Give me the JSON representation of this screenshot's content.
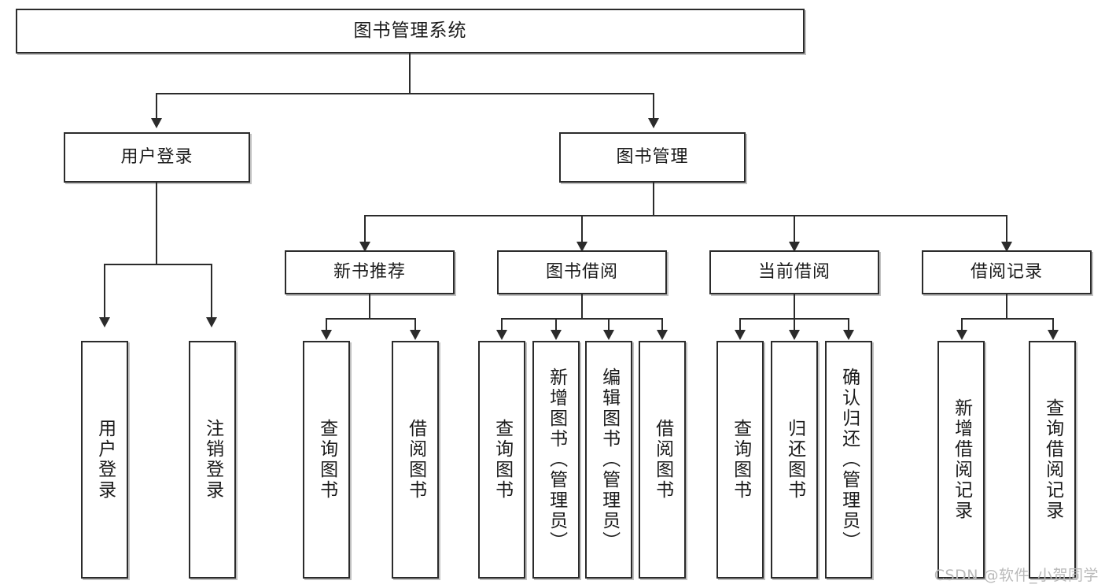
{
  "diagram": {
    "type": "tree-hierarchy",
    "title": "图书管理系统",
    "watermark": "CSDN @软件_小贺同学",
    "colors": {
      "stroke": "#2b2b2b",
      "fill": "#ffffff",
      "text": "#1b1b1b",
      "watermark": "#b9b9b9"
    },
    "nodes": {
      "root": {
        "label": "图书管理系统"
      },
      "level2": [
        {
          "id": "user-login",
          "label": "用户登录"
        },
        {
          "id": "book-manage",
          "label": "图书管理"
        }
      ],
      "level3": [
        {
          "id": "new-book-rec",
          "label": "新书推荐"
        },
        {
          "id": "book-borrow",
          "label": "图书借阅"
        },
        {
          "id": "current-borrow",
          "label": "当前借阅"
        },
        {
          "id": "borrow-record",
          "label": "借阅记录"
        }
      ],
      "leaves": {
        "user-login": [
          {
            "id": "leaf-user-login",
            "label": "用户登录"
          },
          {
            "id": "leaf-user-logout",
            "label": "注销登录"
          }
        ],
        "new-book-rec": [
          {
            "id": "leaf-query-book-1",
            "label": "查询图书"
          },
          {
            "id": "leaf-borrow-book-1",
            "label": "借阅图书"
          }
        ],
        "book-borrow": [
          {
            "id": "leaf-query-book-2",
            "label": "查询图书"
          },
          {
            "id": "leaf-add-book",
            "label": "新增图书（管理员）"
          },
          {
            "id": "leaf-edit-book",
            "label": "编辑图书（管理员）"
          },
          {
            "id": "leaf-borrow-book-2",
            "label": "借阅图书"
          }
        ],
        "current-borrow": [
          {
            "id": "leaf-query-book-3",
            "label": "查询图书"
          },
          {
            "id": "leaf-return-book",
            "label": "归还图书"
          },
          {
            "id": "leaf-confirm-return",
            "label": "确认归还（管理员）"
          }
        ],
        "borrow-record": [
          {
            "id": "leaf-add-record",
            "label": "新增借阅记录"
          },
          {
            "id": "leaf-query-record",
            "label": "查询借阅记录"
          }
        ]
      }
    }
  }
}
